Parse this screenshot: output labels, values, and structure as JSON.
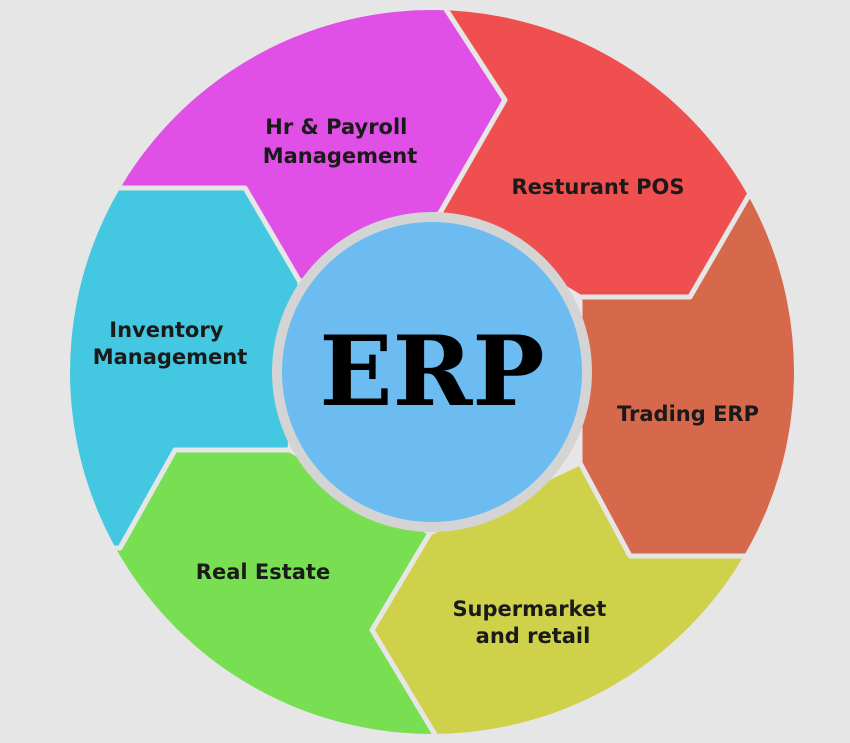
{
  "center": {
    "label": "ERP",
    "color": "#6cbcf2"
  },
  "segments": [
    {
      "id": "hr",
      "lines": [
        "Hr & Payroll",
        "Management"
      ],
      "color": "#e04fe6"
    },
    {
      "id": "restaurant",
      "lines": [
        "Resturant POS"
      ],
      "color": "#ef4f4f"
    },
    {
      "id": "trading",
      "lines": [
        "Trading ERP"
      ],
      "color": "#d6684c"
    },
    {
      "id": "supermarket",
      "lines": [
        "Supermarket",
        "and retail"
      ],
      "color": "#cfd14b"
    },
    {
      "id": "realestate",
      "lines": [
        "Real Estate"
      ],
      "color": "#78df52"
    },
    {
      "id": "inventory",
      "lines": [
        "Inventory",
        "Management"
      ],
      "color": "#44c7e0"
    }
  ]
}
